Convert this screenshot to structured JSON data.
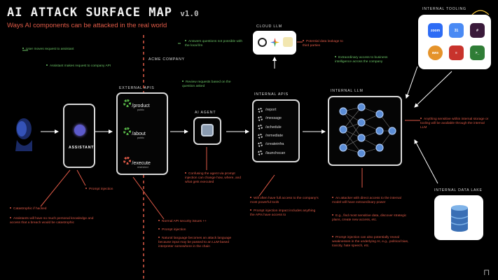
{
  "header": {
    "title": "AI ATTACK SURFACE MAP",
    "version": "v1.0",
    "subtitle": "Ways AI components can be attacked in the real world"
  },
  "labels": {
    "acme": "ACME COMPANY",
    "external_apis": "EXTERNAL APIS",
    "ai_agent": "AI AGENT",
    "cloud_llm": "CLOUD LLM",
    "internal_apis": "INTERNAL APIS",
    "internal_llm": "INTERNAL LLM",
    "internal_tooling": "INTERNAL TOOLING",
    "internal_data_lake": "INTERNAL DATA LAKE",
    "assistant": "ASSISTANT"
  },
  "external_apis": [
    {
      "endpoint": "/product",
      "visibility": "public",
      "status": "safe"
    },
    {
      "endpoint": "/about",
      "visibility": "public",
      "status": "safe"
    },
    {
      "endpoint": "/execute",
      "visibility": "restricted",
      "status": "danger"
    }
  ],
  "internal_apis": [
    "/report",
    "/message",
    "/schedule",
    "/remediate",
    "/createinfra",
    "/launchscan"
  ],
  "notes": {
    "user_flow_1": "User moves request to assistant",
    "user_flow_2": "Assistant makes request to company API",
    "ai_agent_review": "Review requests based on the question asked",
    "cloud_answers": "Answers questions not possible with the local llm",
    "cloud_leakage": "Potential data leakage to third parties",
    "internal_llm_access": "Extraordinary access to business intelligence across the company",
    "tooling_sensitive": "Anything sensitive within internal storage or tooling will be available through the internal LLM",
    "prompt_injection_assistant": "Prompt injection",
    "catastrophic": "Catastrophic if hacked",
    "assistant_knowledge": "Assistants will have so much personal knowledge and access that a breach would be catastrophic",
    "agent_confusing": "Confusing the agent via prompt injection can change how, where, and what gets executed",
    "ext_api_1": "Normal API security issues ++",
    "ext_api_2": "Prompt injection",
    "ext_api_3": "Natural language becomes an attack language because input may be passed to an LLM-based interpreter somewhere in the chain",
    "int_api_1": "Will often have full access to the company's most powerful tools",
    "int_api_2": "Prompt injection impact includes anything the APIs have access to",
    "llm_1": "An attacker with direct access to the internal model will have extraordinary power",
    "llm_2": "E.g., find most sensitive data, discover strategic plans, create new access, etc.",
    "llm_3": "Prompt injection can also potentially reveal weaknesses in the underlying AI, e.g., political bias, toxicity, hate speech, etc."
  },
  "cloud_logos": [
    "openai-logo-icon",
    "google-logo-icon",
    "anthropic-logo-icon"
  ],
  "tooling_tiles": [
    {
      "name": "zoom",
      "label": "zoom",
      "color": "#2d6cf5"
    },
    {
      "name": "calendar",
      "label": "31",
      "color": "#4a8af4"
    },
    {
      "name": "slack",
      "label": "#",
      "color": "#3a1a3a"
    },
    {
      "name": "aws",
      "label": "aws",
      "color": "#e5932a"
    },
    {
      "name": "stack",
      "label": "≡",
      "color": "#c8332c"
    },
    {
      "name": "terminal",
      "label": ">_",
      "color": "#2f7d36"
    }
  ],
  "colors": {
    "danger": "#e05a47",
    "safe": "#6cc466",
    "outline": "#d9d9d9",
    "accent_node": "#5b8dd6"
  }
}
